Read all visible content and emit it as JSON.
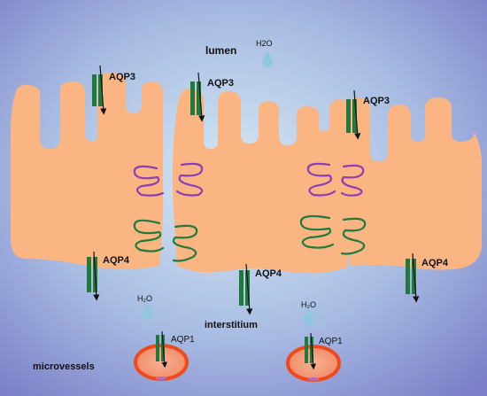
{
  "labels": {
    "lumen": "lumen",
    "interstitium": "interstitium",
    "microvessels": "microvessels"
  },
  "water": {
    "top": "H2O",
    "bottom_left": "H₂O",
    "bottom_right": "H₂O"
  },
  "channels": {
    "aqp3_left": "AQP3",
    "aqp3_middle": "AQP3",
    "aqp3_right": "AQP3",
    "aqp4_left": "AQP4",
    "aqp4_middle": "AQP4",
    "aqp4_right": "AQP4",
    "aqp1_left": "AQP1",
    "aqp1_right": "AQP1"
  },
  "colors": {
    "background_center": "#d6e9f3",
    "background_edge": "#7f83c9",
    "cell": "#fbb583",
    "channel": "#1f7a3f",
    "tight_junction": "#8a3fb5",
    "desmosome": "#1f7a3f",
    "droplet": "#8fc8de",
    "vessel_ring": "#f04a1c",
    "vessel_fill": "#f59a7a"
  }
}
